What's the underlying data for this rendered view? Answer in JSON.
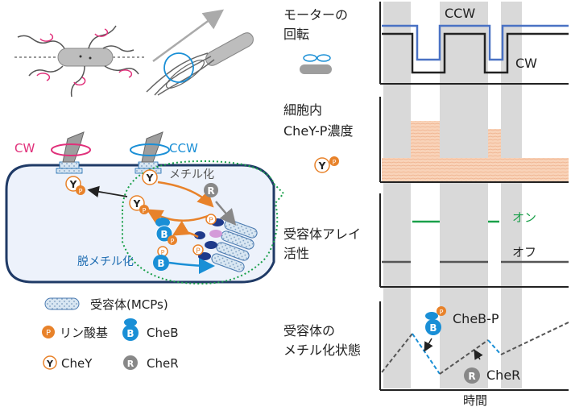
{
  "labels": {
    "cw_left": "CW",
    "ccw_left": "CCW",
    "methylation": "メチル化",
    "demethylation": "脱メチル化",
    "r_symbol": "R",
    "y_symbol": "Y",
    "p_symbol": "P",
    "b_symbol": "B"
  },
  "legend": {
    "receptor": "受容体(MCPs)",
    "phosphate": "リン酸基",
    "cheb": "CheB",
    "chey": "CheY",
    "cher": "CheR"
  },
  "panels": {
    "motor_line1": "モーターの",
    "motor_line2": "回転",
    "ccw": "CCW",
    "cw": "CW",
    "conc_line1": "細胞内",
    "conc_line2": "CheY-P濃度",
    "array_line1": "受容体アレイ",
    "array_line2": "活性",
    "on": "オン",
    "off": "オフ",
    "meth_line1": "受容体の",
    "meth_line2": "メチル化状態",
    "chebp": "CheB-P",
    "cher": "CheR",
    "time": "時間"
  },
  "colors": {
    "pink": "#e0307a",
    "blue": "#1a8fd6",
    "orange": "#e8822a",
    "green": "#1aa04a",
    "navy": "#1f3a66",
    "gray_band": "#d9d9d9",
    "conc_fill": "#f6c7a8"
  }
}
